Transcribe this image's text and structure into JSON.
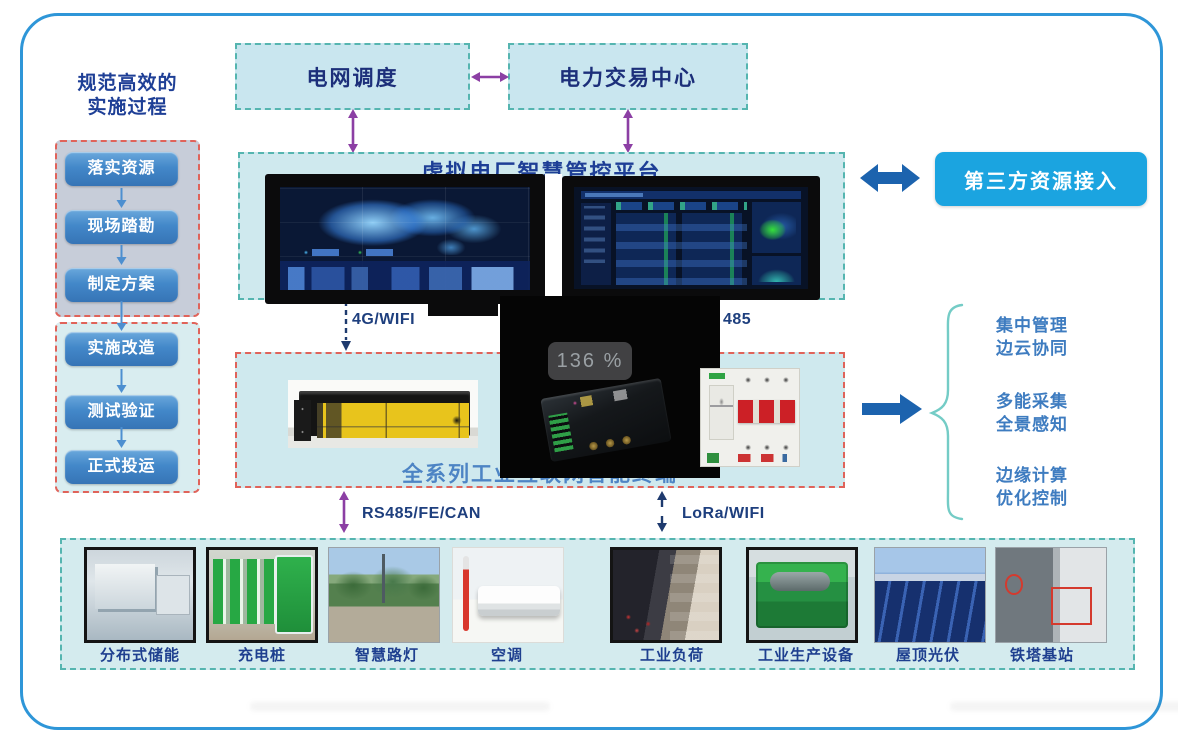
{
  "colors": {
    "outer_border": "#2e96d8",
    "cyan_box_fill": "#c9e6ef",
    "teal_dash_border": "#55b5b0",
    "red_dash_border": "#e0635a",
    "purple_arrow": "#8c3fa4",
    "navy_text": "#1e3f96",
    "button_blue": "#3f85c8",
    "bright_blue_box": "#1ba4e0",
    "dark_blue_arrow": "#1c63ae"
  },
  "sidebar": {
    "title_line1": "规范高效的",
    "title_line2": "实施过程",
    "phase1": [
      "落实资源",
      "现场踏勘",
      "制定方案"
    ],
    "phase2": [
      "实施改造",
      "测试验证",
      "正式投运"
    ]
  },
  "top_row": {
    "grid_dispatch": "电网调度",
    "power_trading": "电力交易中心"
  },
  "platform": {
    "title": "虚拟电厂智慧管控平台",
    "zoom_osd": "136 %"
  },
  "third_party": {
    "label": "第三方资源接入"
  },
  "links": {
    "up_left": "4G/WIFI",
    "up_right": "485",
    "down_left": "RS485/FE/CAN",
    "down_right": "LoRa/WIFI"
  },
  "terminal": {
    "title": "全系列工业互联网智能终端"
  },
  "features": [
    {
      "line1": "集中管理",
      "line2": "边云协同"
    },
    {
      "line1": "多能采集",
      "line2": "全景感知"
    },
    {
      "line1": "边缘计算",
      "line2": "优化控制"
    }
  ],
  "resources": [
    "分布式储能",
    "充电桩",
    "智慧路灯",
    "空调",
    "工业负荷",
    "工业生产设备",
    "屋顶光伏",
    "铁塔基站"
  ]
}
